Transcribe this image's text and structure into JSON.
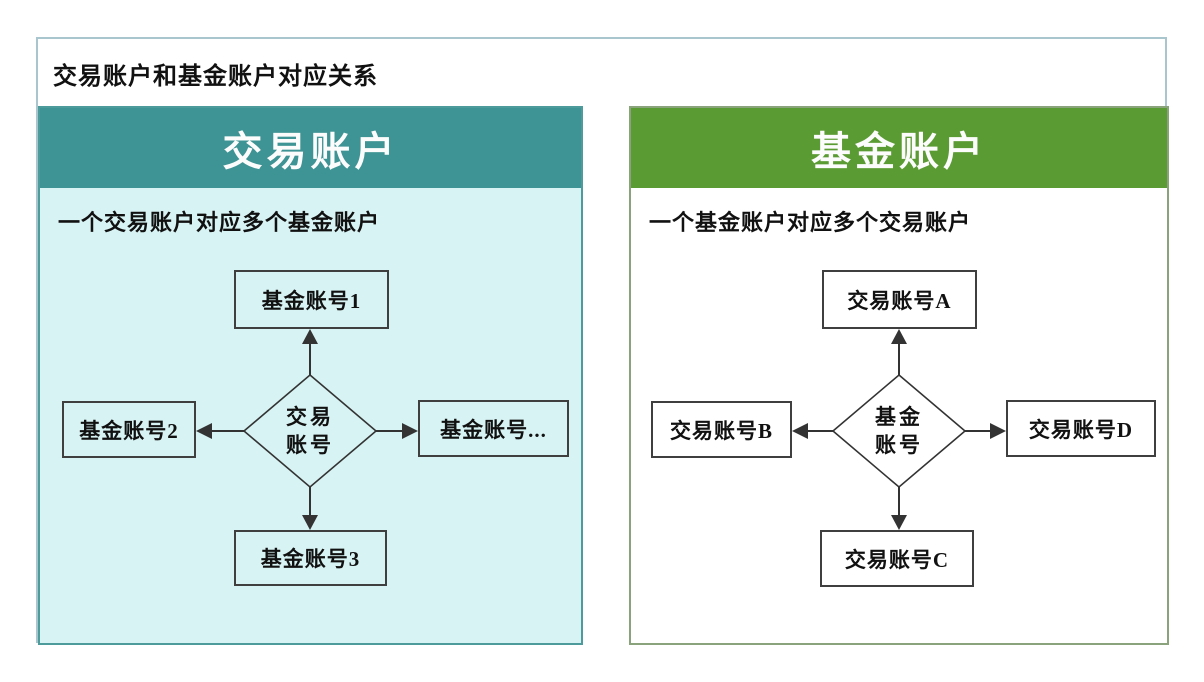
{
  "page": {
    "title": "交易账户和基金账户对应关系"
  },
  "panels": [
    {
      "id": "trading-account",
      "header": "交易账户",
      "subtitle": "一个交易账户对应多个基金账户",
      "center": {
        "line1": "交易",
        "line2": "账号"
      },
      "nodes": {
        "top": "基金账号1",
        "left": "基金账号2",
        "right": "基金账号...",
        "bottom": "基金账号3"
      }
    },
    {
      "id": "fund-account",
      "header": "基金账户",
      "subtitle": "一个基金账户对应多个交易账户",
      "center": {
        "line1": "基金",
        "line2": "账号"
      },
      "nodes": {
        "top": "交易账号A",
        "left": "交易账号B",
        "right": "交易账号D",
        "bottom": "交易账号C"
      }
    }
  ],
  "colors": {
    "outer_border": "#a9c6cf",
    "trading_header_bg": "#3e9394",
    "trading_body_bg": "#d8f3f4",
    "trading_border": "#4d9b9b",
    "fund_header_bg": "#5b9b33",
    "fund_body_bg": "#ffffff",
    "fund_border": "#8ba37c",
    "node_border": "#3f3f3f",
    "arrow": "#333333",
    "header_text": "#fcfcfc",
    "title_text": "#111111"
  }
}
